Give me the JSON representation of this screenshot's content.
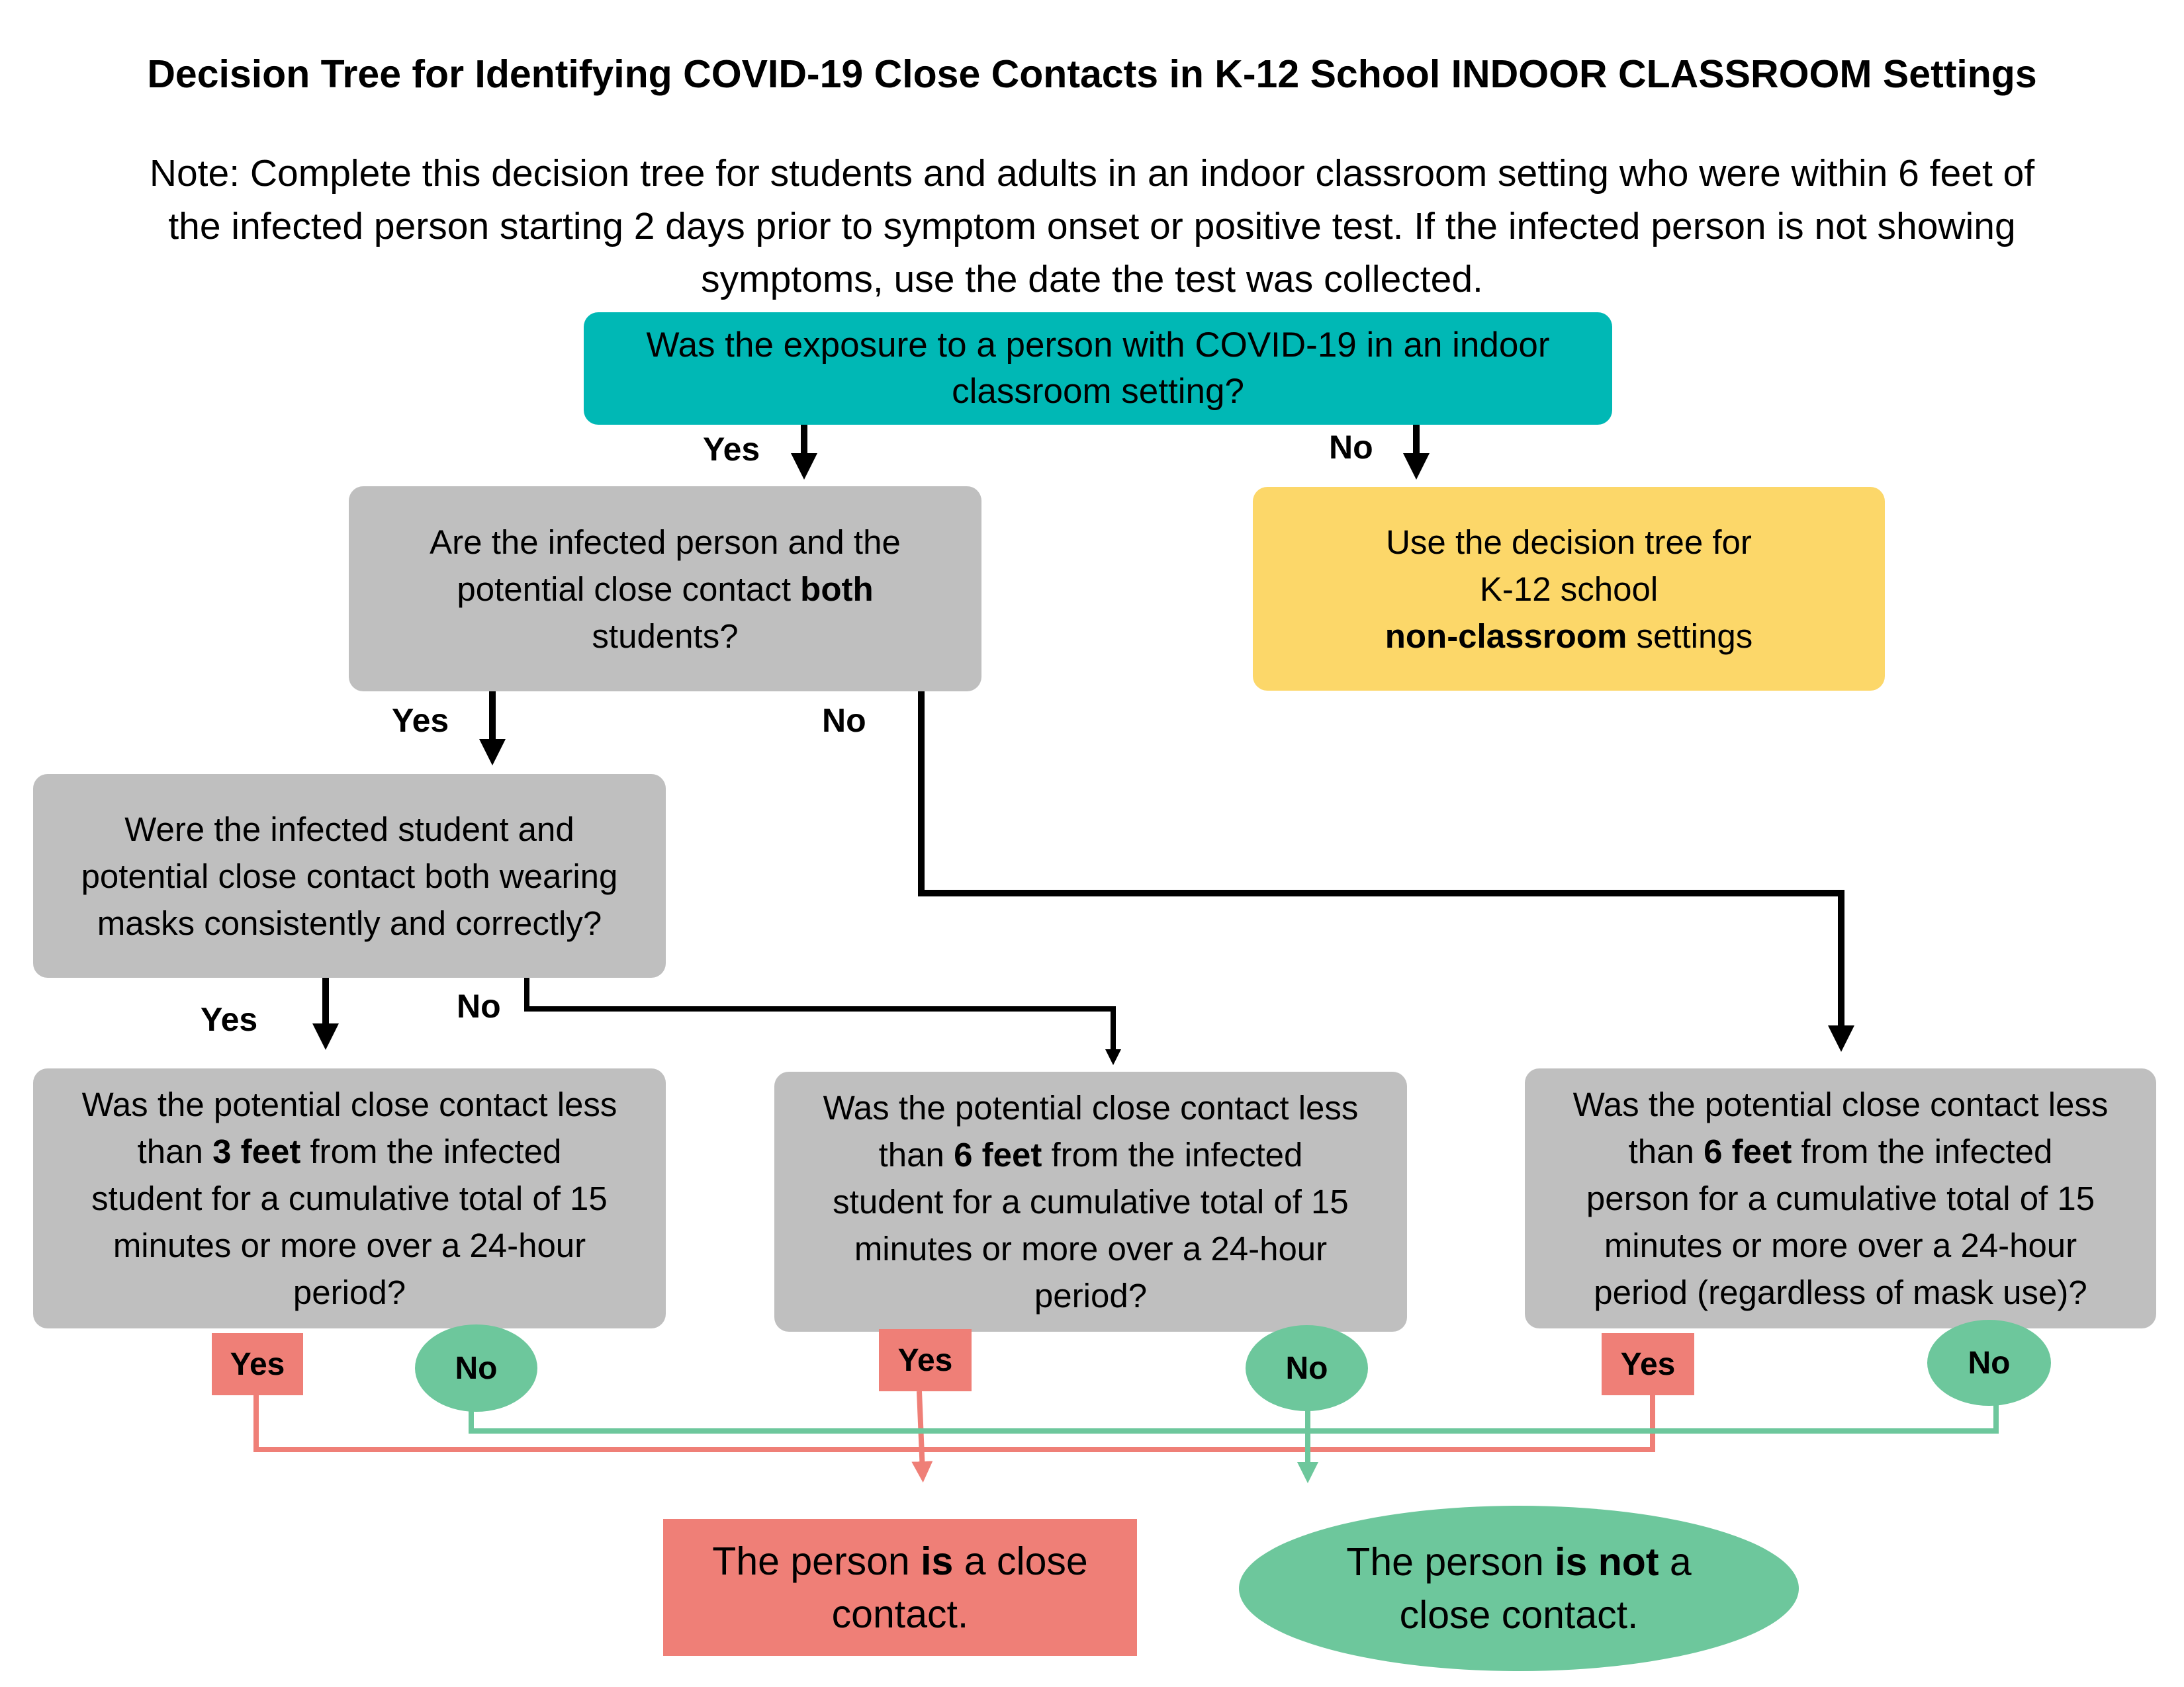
{
  "title": "Decision Tree for Identifying COVID-19 Close Contacts in K-12 School INDOOR CLASSROOM Settings",
  "note": "Note: Complete this decision tree for students and adults in an indoor classroom setting who were within 6 feet of the infected person starting 2 days prior to symptom onset or positive test. If the infected person is not showing symptoms, use the date the test was collected.",
  "q0": {
    "line1": "Was the exposure to a person with COVID-19 in an indoor",
    "line2": "classroom setting?"
  },
  "q1": {
    "line1": "Are the infected person and the",
    "line2_pre": "potential close contact ",
    "line2_bold": "both",
    "line3": "students?"
  },
  "nonclass": {
    "line1": "Use the decision tree for",
    "line2": "K-12 school",
    "line3_bold": "non-classroom",
    "line3_post": " settings"
  },
  "q2": {
    "line1": "Were the infected student and",
    "line2": "potential close contact both wearing",
    "line3": "masks consistently and correctly?"
  },
  "q3": {
    "line1": "Was the potential close contact less",
    "line2_pre": "than ",
    "line2_bold": "3 feet",
    "line2_post": " from the infected",
    "line3": "student for a cumulative total of 15",
    "line4": "minutes or more over a 24-hour",
    "line5": "period?"
  },
  "q4": {
    "line1": "Was the potential close contact less",
    "line2_pre": "than ",
    "line2_bold": "6 feet",
    "line2_post": " from the infected",
    "line3": "student for a cumulative total of 15",
    "line4": "minutes or more over a 24-hour",
    "line5": "period?"
  },
  "q5": {
    "line1": "Was the potential close contact less",
    "line2_pre": "than ",
    "line2_bold": "6 feet",
    "line2_post": " from the infected",
    "line3": "person for a cumulative total of 15",
    "line4": "minutes or more over a 24-hour",
    "line5": "period (regardless of mask use)?"
  },
  "labels": {
    "yes": "Yes",
    "no": "No"
  },
  "outcome_yes": {
    "pre": "The person ",
    "bold": "is",
    "post": " a close",
    "line2": "contact."
  },
  "outcome_no": {
    "pre": "The person ",
    "bold": "is not",
    "post": " a",
    "line2": "close contact."
  },
  "colors": {
    "teal": "#00b8b5",
    "grey": "#bfbfbf",
    "yellow": "#fcd769",
    "red": "#ef7f77",
    "green": "#6dc79c"
  }
}
